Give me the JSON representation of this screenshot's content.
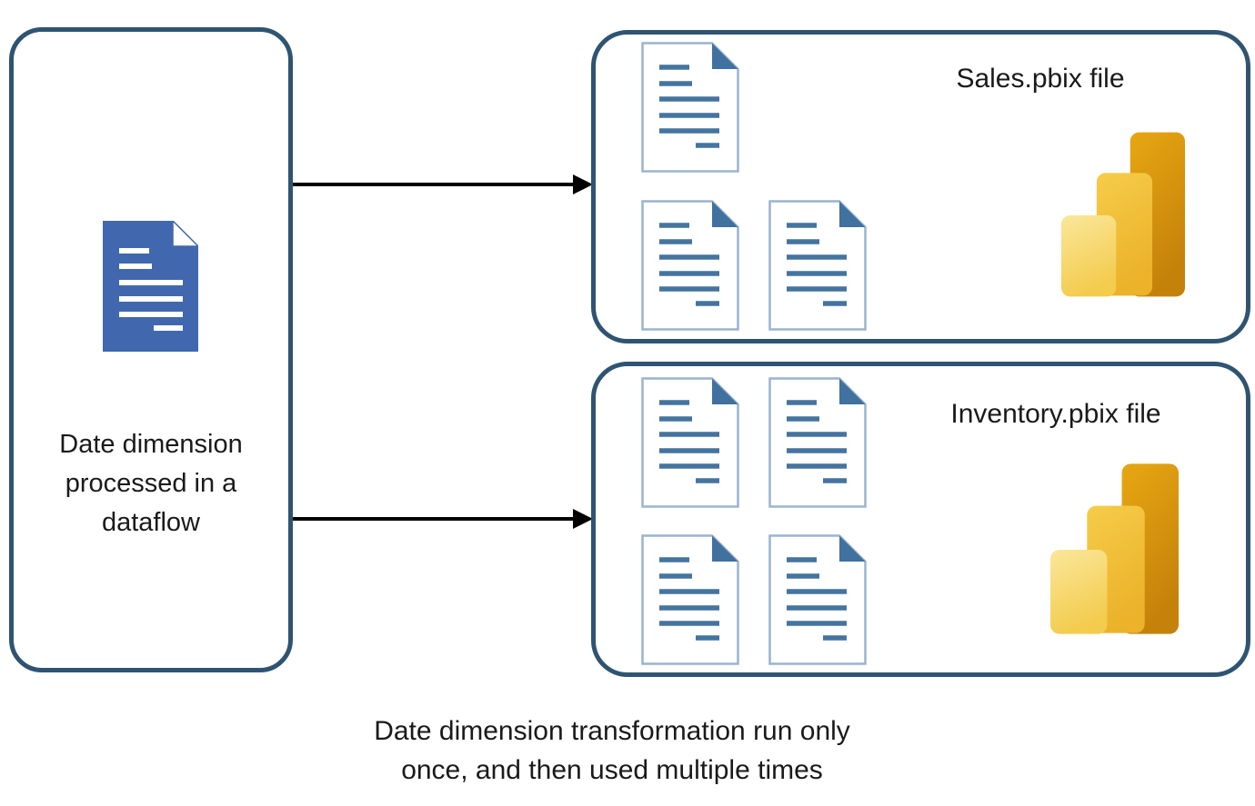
{
  "diagram": {
    "left_panel": {
      "icon": "blue-document-icon",
      "label": "Date dimension processed in a dataflow"
    },
    "arrows": [
      {
        "name": "dataflow-to-sales"
      },
      {
        "name": "dataflow-to-inventory"
      }
    ],
    "sales_panel": {
      "title": "Sales.pbix file",
      "document_icon_count": 3,
      "logo": "power-bi-icon"
    },
    "inventory_panel": {
      "title": "Inventory.pbix file",
      "document_icon_count": 4,
      "logo": "power-bi-icon"
    },
    "caption_lines": [
      "Date dimension transformation run only",
      "once, and then used multiple times"
    ]
  },
  "colors": {
    "panel_border": "#2F5472",
    "arrow": "#000000",
    "solid_document_fill": "#4168AE",
    "document_line": "#44749F",
    "document_outline": "#9AB4CF",
    "powerbi_dark": "#C9850C",
    "powerbi_mid": "#F2C233",
    "powerbi_light": "#F8DF85",
    "text": "#1A1A1A",
    "background": "#FFFFFF"
  }
}
